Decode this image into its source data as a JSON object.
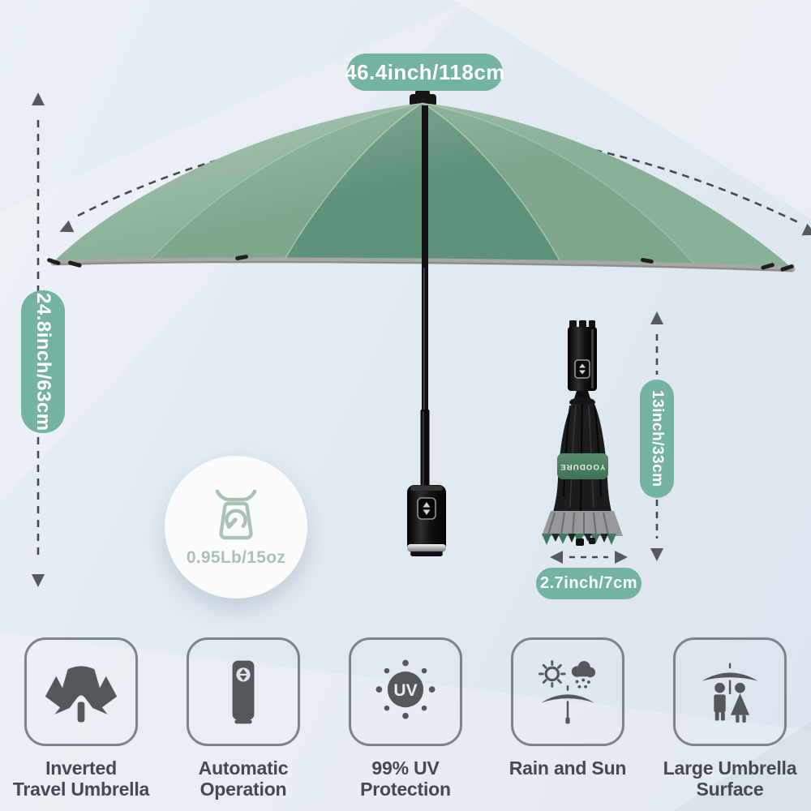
{
  "colors": {
    "pill_bg": "#74b3a2",
    "pill_text": "#ffffff",
    "canopy_green": "#6e9c83",
    "canopy_center_green": "#5f927a",
    "edge_strip_gray": "#a7a8a3",
    "arrow_dash": "#46494d",
    "feature_icon_gray": "#54575c",
    "weight_accent": "#a9c2b4",
    "brand_band_green": "#4a7c5f"
  },
  "annotations": {
    "open_width": "46.4inch/118cm",
    "open_height": "24.8inch/63cm",
    "folded_height": "13inch/33cm",
    "folded_width": "2.7inch/7cm",
    "weight": "0.95Lb/15oz"
  },
  "brand": {
    "logo": "YOODURE"
  },
  "uv_badge_text": "UV",
  "icons": [
    "scale-icon",
    "inverted-umbrella-icon",
    "automatic-handle-icon",
    "uv-sun-icon",
    "rain-sun-icon",
    "couple-under-umbrella-icon"
  ],
  "features": [
    {
      "icon": "inverted-umbrella-icon",
      "label": "Inverted\nTravel Umbrella"
    },
    {
      "icon": "automatic-handle-icon",
      "label": "Automatic\nOperation"
    },
    {
      "icon": "uv-sun-icon",
      "label": "99% UV\nProtection"
    },
    {
      "icon": "rain-sun-icon",
      "label": "Rain and Sun"
    },
    {
      "icon": "couple-under-umbrella-icon",
      "label": "Large Umbrella\nSurface"
    }
  ]
}
